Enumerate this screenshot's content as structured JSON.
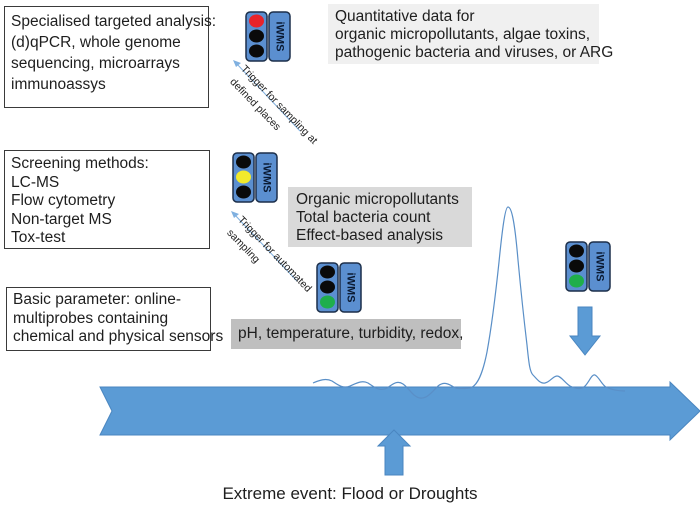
{
  "levels": [
    {
      "id": "specialised",
      "lines": [
        "Specialised targeted analysis:",
        "(d)qPCR, whole genome",
        "sequencing, microarrays",
        "immunoassys"
      ],
      "indicator": "red",
      "output_lines": [
        "Quantitative data for",
        "organic micropollutants, algae toxins,",
        "pathogenic bacteria and viruses, or ARG"
      ]
    },
    {
      "id": "screening",
      "lines": [
        "Screening methods:",
        "LC-MS",
        "Flow cytometry",
        "Non-target MS",
        "Tox-test"
      ],
      "indicator": "yellow",
      "output_lines": [
        "Organic micropollutants",
        "Total bacteria count",
        "Effect-based analysis"
      ]
    },
    {
      "id": "basic",
      "lines": [
        "Basic parameter: online-",
        "multiprobes containing",
        "chemical and physical sensors"
      ],
      "indicator": "green",
      "output_lines": [
        "pH, temperature, turbidity, redox,"
      ]
    }
  ],
  "triggers": [
    {
      "lines": [
        "Trigger for sampling at",
        "defined places"
      ]
    },
    {
      "lines": [
        "Trigger for automated",
        "sampling"
      ]
    }
  ],
  "traffic_light_label": "iWMS",
  "post_event_indicator": "green",
  "caption": "Extreme event: Flood or Droughts",
  "colors": {
    "arrow_blue": "#5b9bd5",
    "arrow_border": "#4a86c0",
    "signal_red": "#e8232a",
    "signal_yellow": "#f2ea2b",
    "signal_green": "#1fae4b",
    "signal_off": "#0a0a0a",
    "light_housing": "#5b8fd0",
    "grey_box_top": "#f0f0f0",
    "grey_box_mid": "#d9d9d9",
    "grey_box_low": "#bfbfbf",
    "trigger_arrow": "#7fb0e0",
    "curve": "#5a8fc7"
  }
}
